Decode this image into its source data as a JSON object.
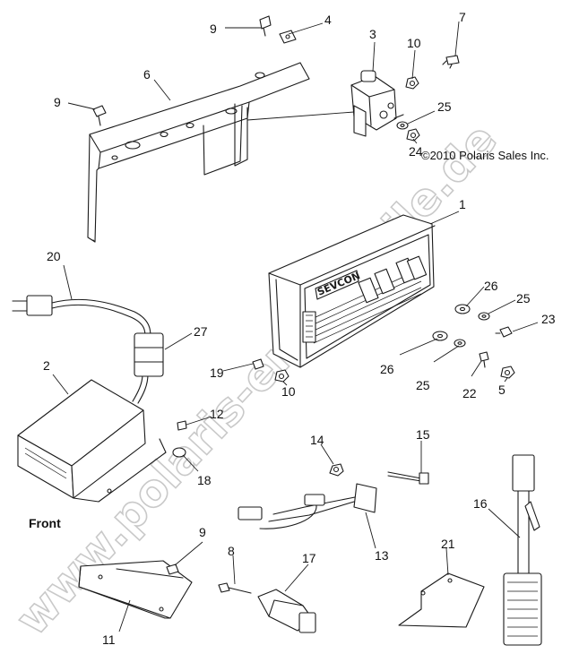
{
  "copyright": "©2010 Polaris Sales Inc.",
  "front_label": "Front",
  "watermark": "www.polaris-ersatzteile.de",
  "controller_logo": "SEVCON",
  "callouts": {
    "p1": "1",
    "p2": "2",
    "p3": "3",
    "p4": "4",
    "p5": "5",
    "p6": "6",
    "p7": "7",
    "p8": "8",
    "p9a": "9",
    "p9b": "9",
    "p9c": "9",
    "p10a": "10",
    "p10b": "10",
    "p11": "11",
    "p12": "12",
    "p13": "13",
    "p14": "14",
    "p15": "15",
    "p16": "16",
    "p17": "17",
    "p18": "18",
    "p19": "19",
    "p20": "20",
    "p21": "21",
    "p22": "22",
    "p23": "23",
    "p24": "24",
    "p25a": "25",
    "p25b": "25",
    "p25c": "25",
    "p26a": "26",
    "p26b": "26",
    "p27": "27"
  }
}
